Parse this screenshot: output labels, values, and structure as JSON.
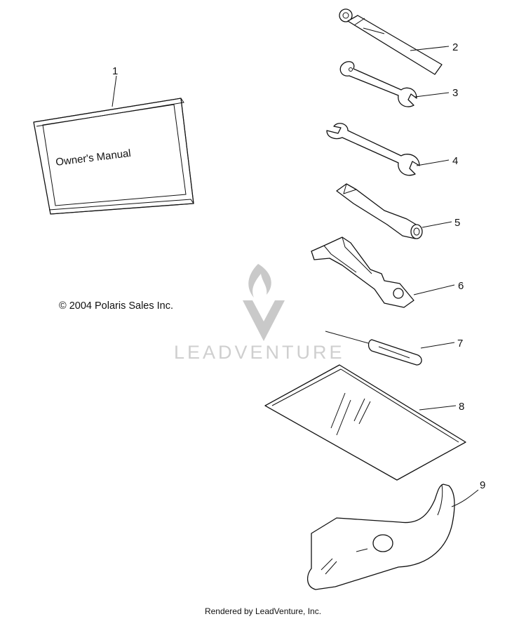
{
  "manual": {
    "title": "Owner's Manual"
  },
  "copyright": "© 2004 Polaris Sales Inc.",
  "watermark": {
    "text": "LEADVENTURE"
  },
  "footer": {
    "rendered_by": "Rendered by LeadVenture, Inc."
  },
  "callouts": [
    "1",
    "2",
    "3",
    "4",
    "5",
    "6",
    "7",
    "8",
    "9"
  ],
  "colors": {
    "line": "#111111",
    "watermark": "#c9c9c9"
  }
}
